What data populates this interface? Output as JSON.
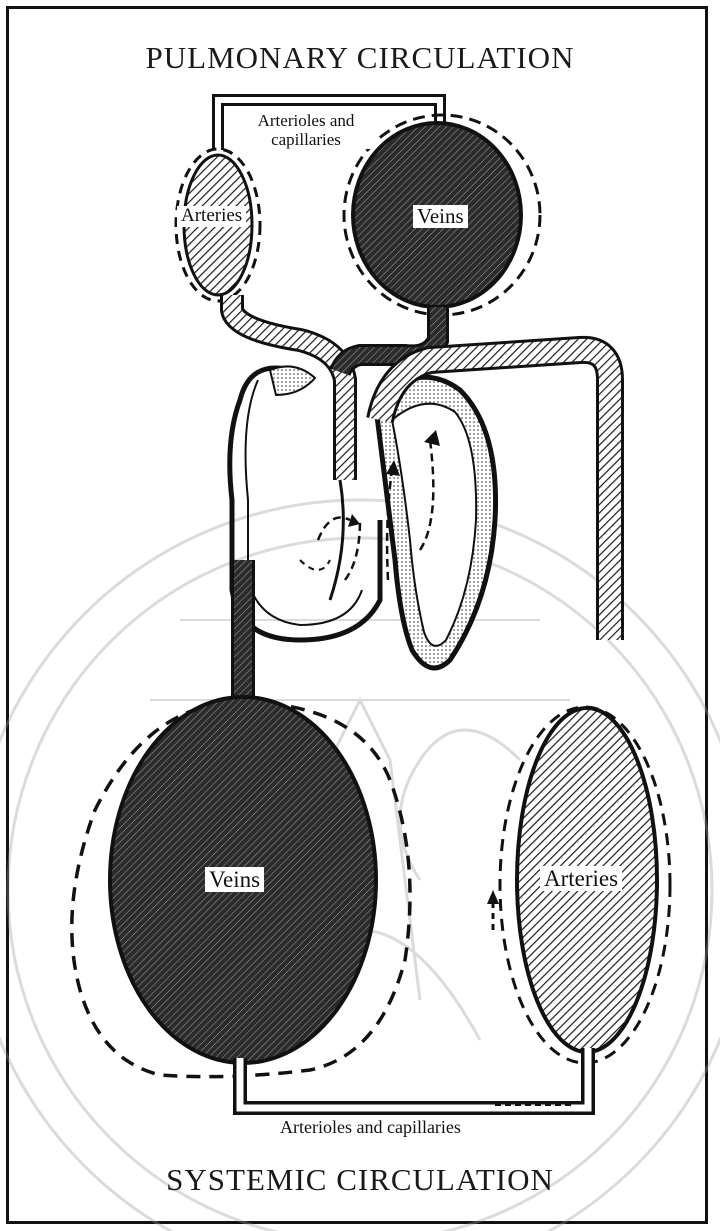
{
  "titles": {
    "top": "PULMONARY CIRCULATION",
    "bottom": "SYSTEMIC CIRCULATION"
  },
  "pulmonary": {
    "arterioles_capillaries": [
      "Arterioles and",
      "capillaries"
    ],
    "arteries": "Arteries",
    "veins": "Veins"
  },
  "systemic": {
    "veins": "Veins",
    "arteries": "Arteries",
    "arterioles_capillaries": "Arterioles and capillaries"
  },
  "colors": {
    "ink": "#111111",
    "veins_fill": "#3a3a3a",
    "hatch": "#1a1a1a",
    "watermark": "#bdbdbd"
  },
  "icons": {
    "watermark": "university-seal-watermark",
    "heart": "heart-icon"
  }
}
